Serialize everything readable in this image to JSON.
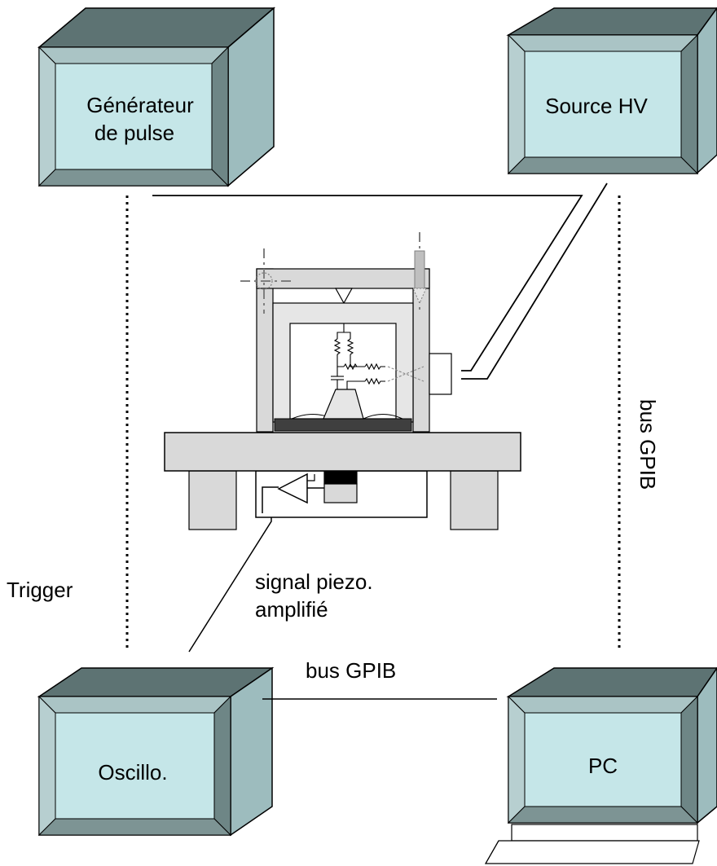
{
  "boxes": {
    "pulse_generator": {
      "line1": "Générateur",
      "line2": "de pulse"
    },
    "hv_source": {
      "label": "Source HV"
    },
    "oscilloscope": {
      "label": "Oscillo."
    },
    "pc": {
      "label": "PC"
    }
  },
  "links": {
    "trigger": "Trigger",
    "gpib_vertical": "bus GPIB",
    "gpib_horizontal": "bus GPIB",
    "piezo_line1": "signal piezo.",
    "piezo_line2": "amplifié"
  },
  "colors": {
    "box_face": "#c5e6e8",
    "box_bevel_top": "#8fa8a8",
    "box_bevel_side": "#6e8686",
    "box_top": "#5d7373",
    "box_side": "#9dbcbe",
    "frame_fill": "#d9d9d9",
    "table_fill": "#d9d9d9",
    "ink": "#000000"
  }
}
